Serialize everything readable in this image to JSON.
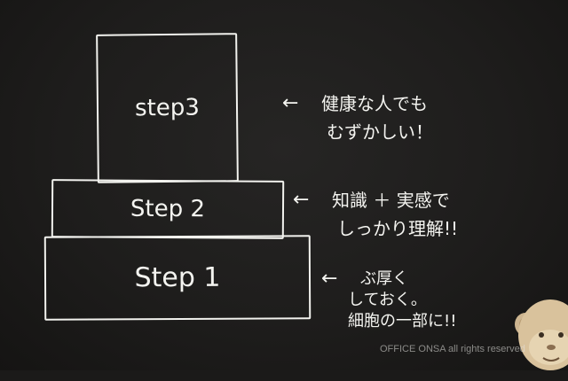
{
  "steps": [
    {
      "label": "step3"
    },
    {
      "label": "Step 2"
    },
    {
      "label": "Step 1"
    }
  ],
  "notes": {
    "step3": {
      "arrow": "←",
      "line1": "健康な人でも",
      "line2": "むずかしい！"
    },
    "step2": {
      "arrow": "←",
      "line1": "知識 ＋ 実感で",
      "line2": "しっかり理解!!"
    },
    "step1": {
      "arrow": "←",
      "line1": "ぶ厚く",
      "line2": "しておく。",
      "line3": "細胞の一部に!!"
    }
  },
  "watermark": "OFFICE ONSA all rights reserved",
  "colors": {
    "board": "#1e1d1c",
    "chalk": "#f2f2ee"
  },
  "decorations": [
    "monkey-figurine"
  ]
}
